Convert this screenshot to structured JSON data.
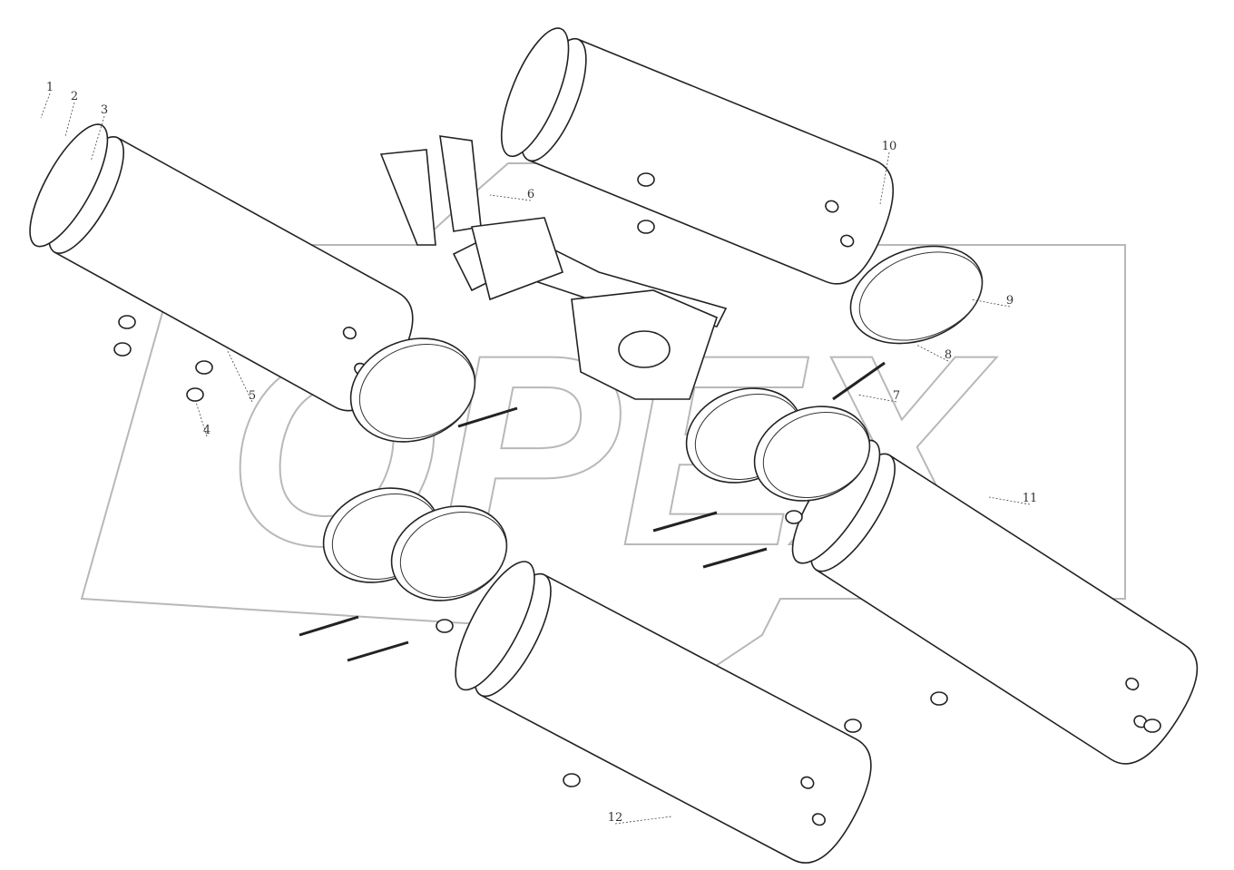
{
  "diagram": {
    "type": "exploded parts drawing",
    "watermark": "OPEX",
    "callouts": [
      {
        "id": "1",
        "text": "1"
      },
      {
        "id": "2",
        "text": "2"
      },
      {
        "id": "3",
        "text": "3"
      },
      {
        "id": "4",
        "text": "4"
      },
      {
        "id": "5",
        "text": "5"
      },
      {
        "id": "6",
        "text": "6"
      },
      {
        "id": "7",
        "text": "7"
      },
      {
        "id": "8",
        "text": "8"
      },
      {
        "id": "9",
        "text": "9"
      },
      {
        "id": "10",
        "text": "10"
      },
      {
        "id": "11",
        "text": "11"
      },
      {
        "id": "12",
        "text": "12"
      }
    ],
    "colors": {
      "line": "#222222",
      "watermark": "#b8b8b8",
      "background": "#ffffff"
    }
  }
}
